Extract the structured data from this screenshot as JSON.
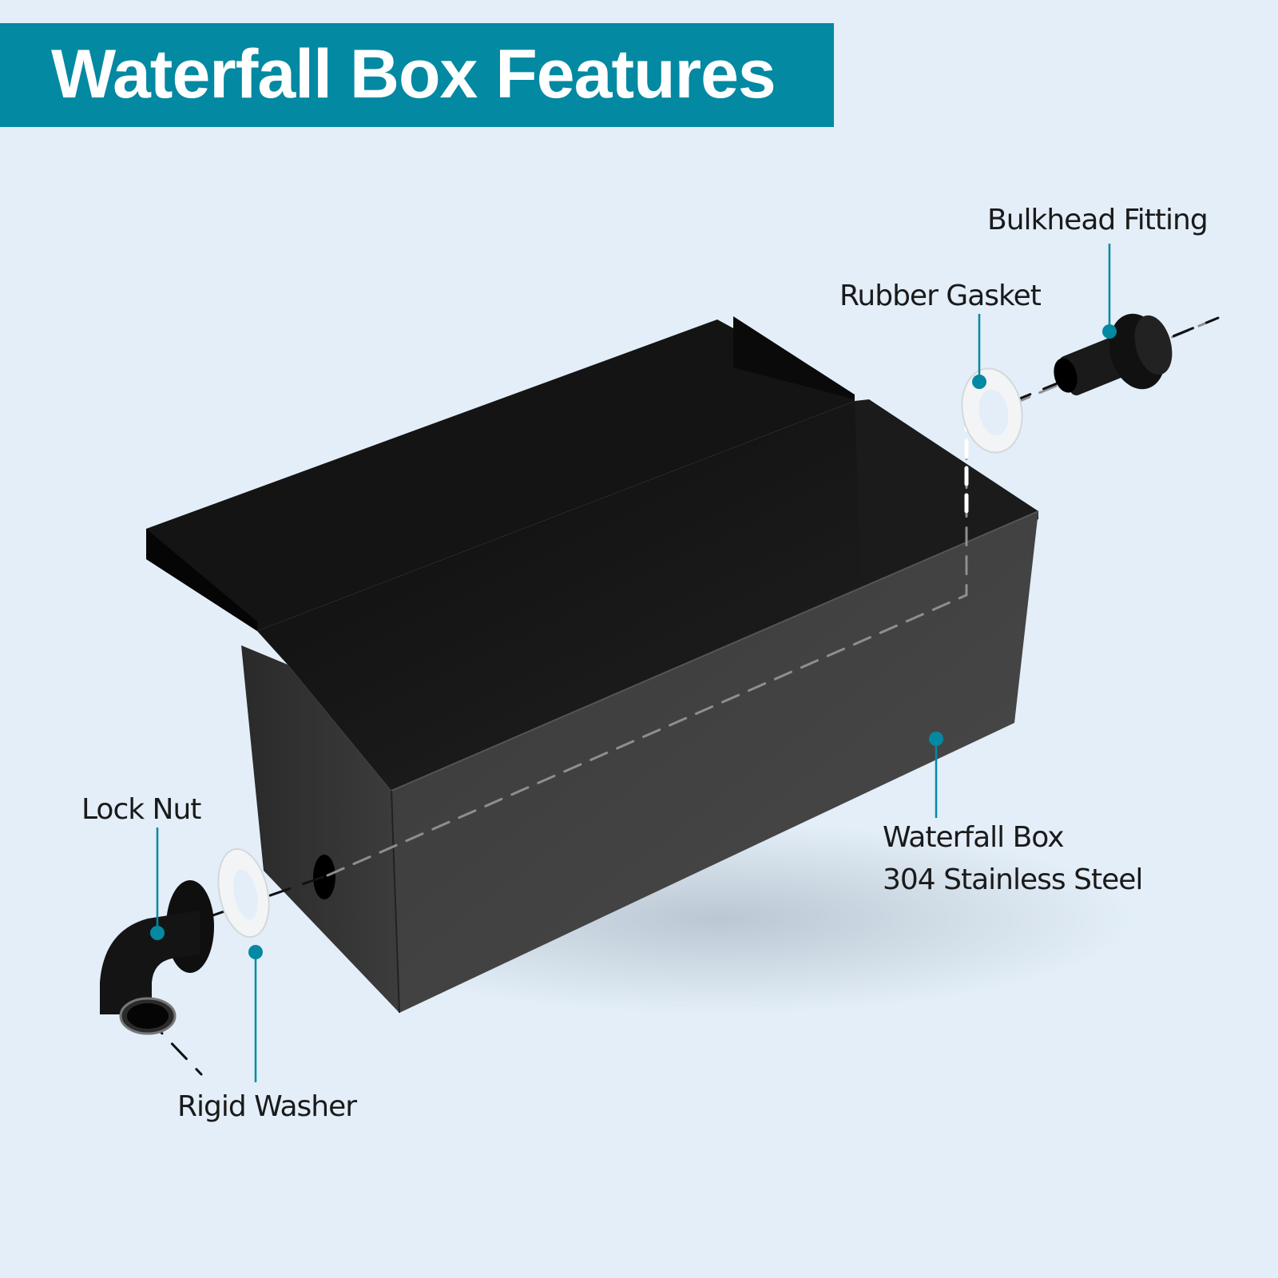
{
  "header": {
    "title": "Waterfall Box Features"
  },
  "colors": {
    "background": "#e3eef8",
    "accent": "#0389a2",
    "title_text": "#ffffff",
    "label_text": "#1a1a1a",
    "product": "#1c1c1c"
  },
  "callouts": [
    {
      "id": "bulkhead-fitting",
      "label": "Bulkhead Fitting"
    },
    {
      "id": "rubber-gasket",
      "label": "Rubber Gasket"
    },
    {
      "id": "lock-nut",
      "label": "Lock Nut"
    },
    {
      "id": "rigid-washer",
      "label": "Rigid Washer"
    },
    {
      "id": "waterfall-box",
      "label": "Waterfall Box",
      "sublabel": "304 Stainless Steel"
    }
  ]
}
